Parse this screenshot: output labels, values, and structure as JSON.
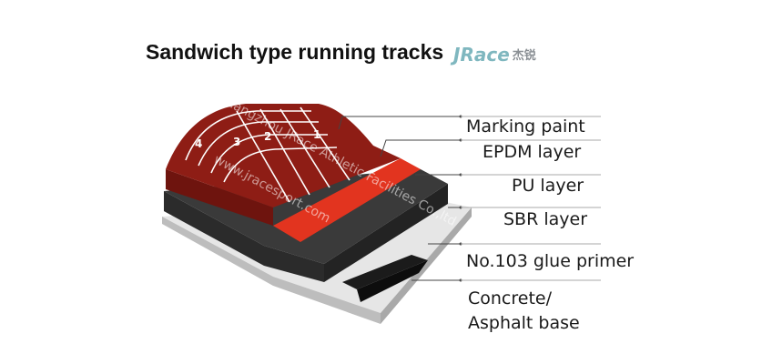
{
  "title": "Sandwich type running tracks",
  "logo": {
    "text_en": "JRace",
    "text_cn": "杰锐",
    "color": "#7fb7bf"
  },
  "watermark": {
    "line1": "Guangzhou JRace Athletic Facilities Co.,ltd",
    "line2": "www.jracesport.com"
  },
  "lane_numbers": [
    "1",
    "2",
    "3",
    "4"
  ],
  "layers": [
    {
      "label": "Marking paint",
      "color": "#ffffff"
    },
    {
      "label": "EPDM layer",
      "color": "#8e1d15"
    },
    {
      "label": "PU layer",
      "color": "#e0321f"
    },
    {
      "label": "SBR layer",
      "color": "#2a2a2a"
    },
    {
      "label": "No.103 glue primer",
      "color": "#111111"
    },
    {
      "label": "Concrete/",
      "label2": "Asphalt base",
      "color": "#c9c9c9"
    }
  ]
}
